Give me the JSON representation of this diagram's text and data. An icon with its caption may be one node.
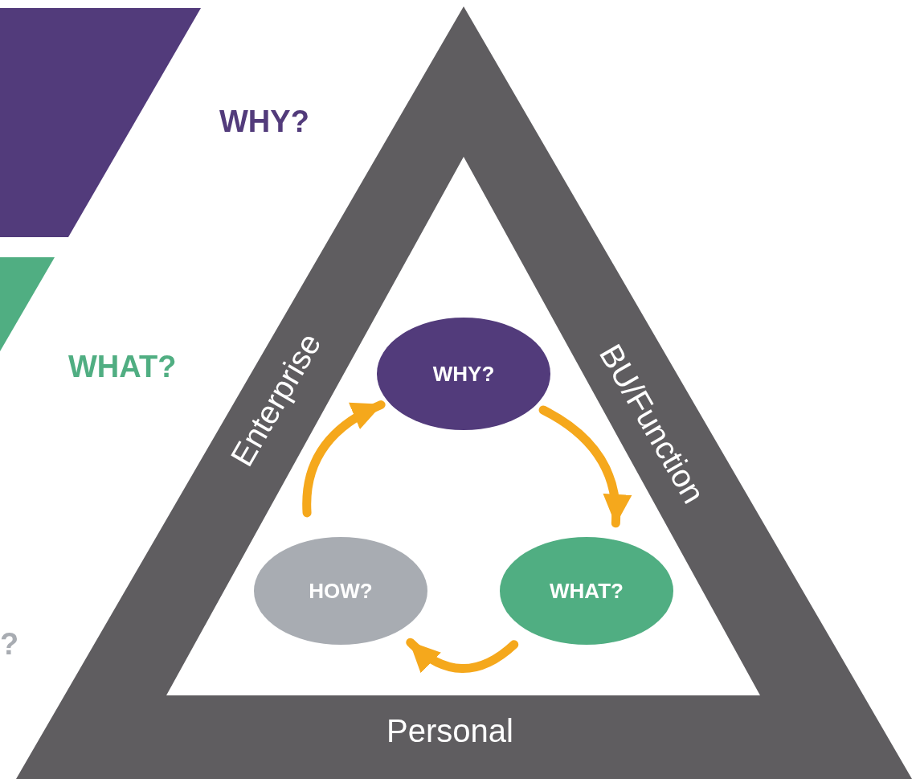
{
  "diagram": {
    "nodes": [
      {
        "text": [
          "Enterprise",
          "BU/Function",
          "Personal"
        ]
      },
      {
        "text": [
          "WHY?"
        ],
        "in": 0
      },
      {
        "text": [
          "WHAT?"
        ],
        "in": 0
      },
      {
        "text": [
          "HOW?"
        ],
        "in": 0
      },
      {
        "text": [],
        "shape": "parallelogram",
        "beside": [
          "WHY?"
        ]
      },
      {
        "text": [],
        "shape": "triangle",
        "beside": [
          "WHAT?"
        ]
      }
    ],
    "edges": [
      {
        "from": 1,
        "to": 2,
        "arrow": "to"
      },
      {
        "from": 2,
        "to": 3,
        "arrow": "to"
      },
      {
        "from": 3,
        "to": 1,
        "arrow": "to"
      }
    ],
    "labels": [
      "?"
    ]
  }
}
